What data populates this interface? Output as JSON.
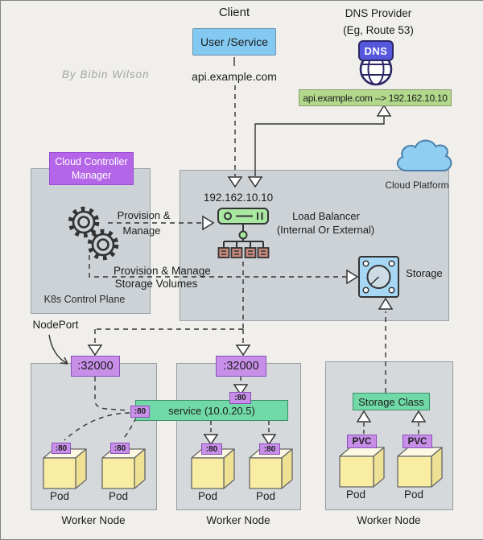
{
  "author": "By Bibin Wilson",
  "client": {
    "heading": "Client",
    "box": "User /Service",
    "domain": "api.example.com"
  },
  "dns": {
    "title": "DNS Provider",
    "subtitle": "(Eg, Route 53)",
    "badge": "DNS",
    "record": "api.example.com --> 192.162.10.10"
  },
  "control_plane": {
    "manager": "Cloud Controller Manager",
    "label": "K8s Control Plane",
    "provision_line1": "Provision &",
    "provision_line2": "Manage",
    "storage_line1": "Provision & Manage",
    "storage_line2": "Storage Volumes"
  },
  "cloud_platform": {
    "label": "Cloud Platform",
    "lb_ip": "192.162.10.10",
    "lb_name": "Load Balancer",
    "lb_type": "(Internal Or External)",
    "storage_label": "Storage"
  },
  "nodeport": {
    "callout": "NodePort",
    "port": ":32000"
  },
  "service": {
    "label": "service (10.0.20.5)",
    "port": ":80"
  },
  "storage": {
    "class_label": "Storage Class",
    "pvc": "PVC"
  },
  "labels": {
    "pod": "Pod",
    "worker_node": "Worker Node"
  },
  "colors": {
    "background": "#f0efec",
    "zone_gray": "#cdd2d6",
    "worker_gray": "#d6d9db",
    "client_blue": "#84c9f1",
    "purple_port": "#c88fe9",
    "purple_manager": "#b565e8",
    "service_green": "#70d9a7",
    "dns_record_green": "#b2d88c",
    "pod_yellow": "#f8eda3",
    "storage_blue": "#a6d7f4",
    "cloud_blue": "#8fcdf3",
    "dns_badge_indigo": "#5558dd",
    "lb_green": "#a9e8a1",
    "lb_rack_red": "#c8887c",
    "line_dark": "#333333"
  }
}
